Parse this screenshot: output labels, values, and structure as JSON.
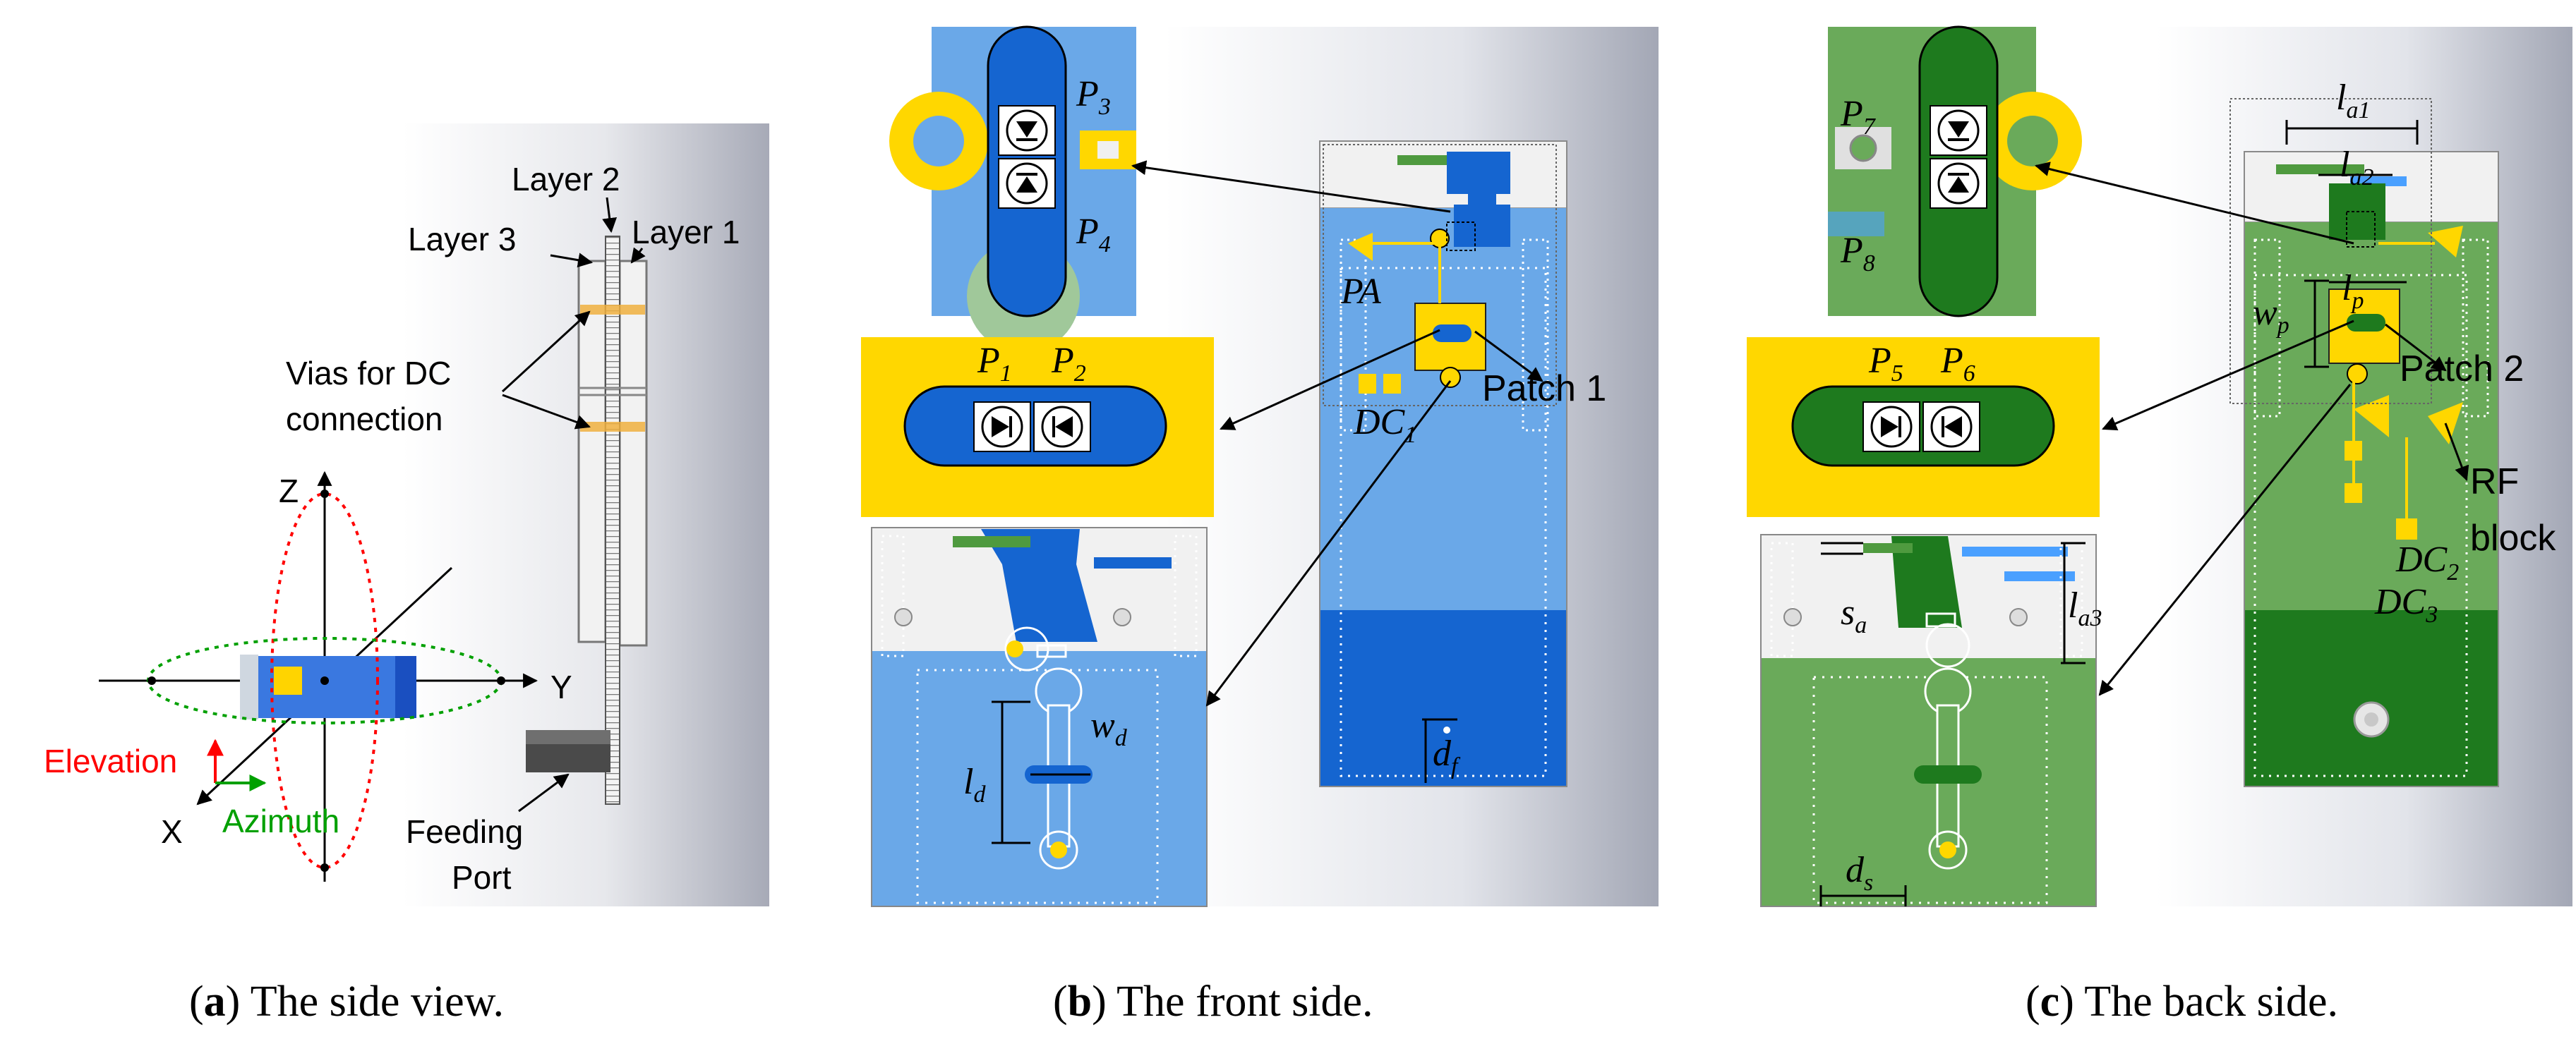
{
  "panel_a": {
    "labels": {
      "layer1": "Layer 1",
      "layer2": "Layer 2",
      "layer3": "Layer 3",
      "vias_line1": "Vias for DC",
      "vias_line2": "connection",
      "axis_z": "Z",
      "axis_y": "Y",
      "axis_x": "X",
      "elevation": "Elevation",
      "azimuth": "Azimuth",
      "feeding_line1": "Feeding",
      "feeding_line2": "Port"
    },
    "caption": {
      "letter": "a",
      "text": " The side view."
    }
  },
  "panel_b": {
    "labels": {
      "p1": "P",
      "p1_sub": "1",
      "p2": "P",
      "p2_sub": "2",
      "p3": "P",
      "p3_sub": "3",
      "p4": "P",
      "p4_sub": "4",
      "pa": "PA",
      "dc1": "DC",
      "dc1_sub": "1",
      "patch1": "Patch 1",
      "ld": "l",
      "ld_sub": "d",
      "wd": "w",
      "wd_sub": "d",
      "df": "d",
      "df_sub": "f"
    },
    "caption": {
      "letter": "b",
      "text": " The front side."
    }
  },
  "panel_c": {
    "labels": {
      "p5": "P",
      "p5_sub": "5",
      "p6": "P",
      "p6_sub": "6",
      "p7": "P",
      "p7_sub": "7",
      "p8": "P",
      "p8_sub": "8",
      "la1": "l",
      "la1_sub": "a1",
      "la2": "l",
      "la2_sub": "a2",
      "lp": "l",
      "lp_sub": "p",
      "wp": "w",
      "wp_sub": "p",
      "patch2": "Patch 2",
      "rf_line1": "RF",
      "rf_line2": "block",
      "dc2": "DC",
      "dc2_sub": "2",
      "dc3": "DC",
      "dc3_sub": "3",
      "sa": "s",
      "sa_sub": "a",
      "la3": "l",
      "la3_sub": "a3",
      "ds": "d",
      "ds_sub": "s"
    },
    "caption": {
      "letter": "c",
      "text": " The back side."
    }
  },
  "colors": {
    "front_blue": "#6aa8e8",
    "front_dark": "#1565d0",
    "back_green": "#6aaa5a",
    "back_dark": "#1e7a1e",
    "copper_yellow": "#ffd700",
    "elevation_red": "#ff0000",
    "azimuth_green": "#00a000"
  }
}
